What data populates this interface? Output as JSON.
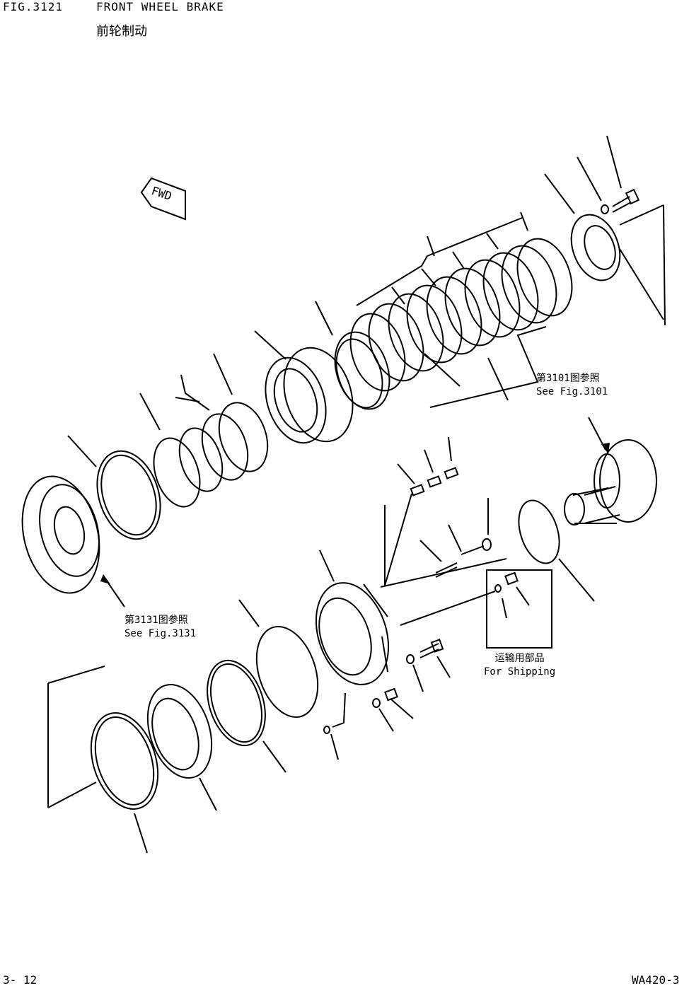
{
  "header": {
    "fig_no": "FIG.3121",
    "title": "FRONT WHEEL BRAKE",
    "title_cn": "前轮制动"
  },
  "footer": {
    "page_no": "3- 12",
    "model": "WA420-3"
  },
  "notes": {
    "ref_3101_cn": "第3101图参照",
    "ref_3101": "See Fig.3101",
    "ref_3131_cn": "第3131图参照",
    "ref_3131": "See Fig.3131",
    "shipping_cn": "运输用部品",
    "shipping": "For Shipping"
  },
  "fwd_label": "FWD"
}
